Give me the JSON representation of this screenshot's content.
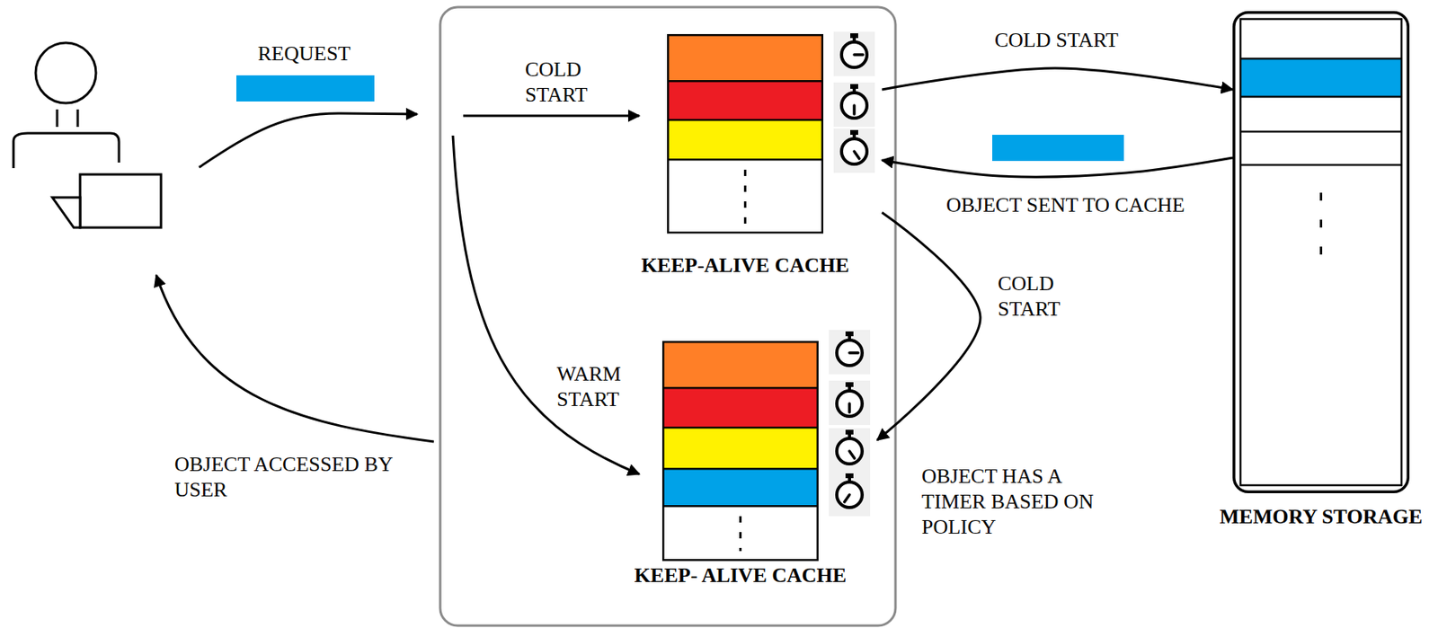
{
  "diagram": {
    "nodes": [
      {
        "text": [
          "KEEP-ALIVE CACHE"
        ]
      },
      {
        "text": [
          "MEMORY STORAGE"
        ]
      },
      {
        "text": [
          "KEEP- ALIVE CACHE"
        ]
      }
    ],
    "edges": [
      {
        "from": 0,
        "to": 1,
        "label": "COLD START",
        "arrow": "to"
      },
      {
        "from": 1,
        "to": 0,
        "label": "OBJECT SENT TO CACHE",
        "arrow": "to"
      },
      {
        "from": 0,
        "to": 2,
        "label": "COLD START",
        "arrow": "to"
      }
    ],
    "labels": [
      "REQUEST",
      "COLD START",
      "WARM START",
      "OBJECT HAS A TIMER BASED ON POLICY",
      "OBJECT ACCESSED BY USER"
    ]
  }
}
